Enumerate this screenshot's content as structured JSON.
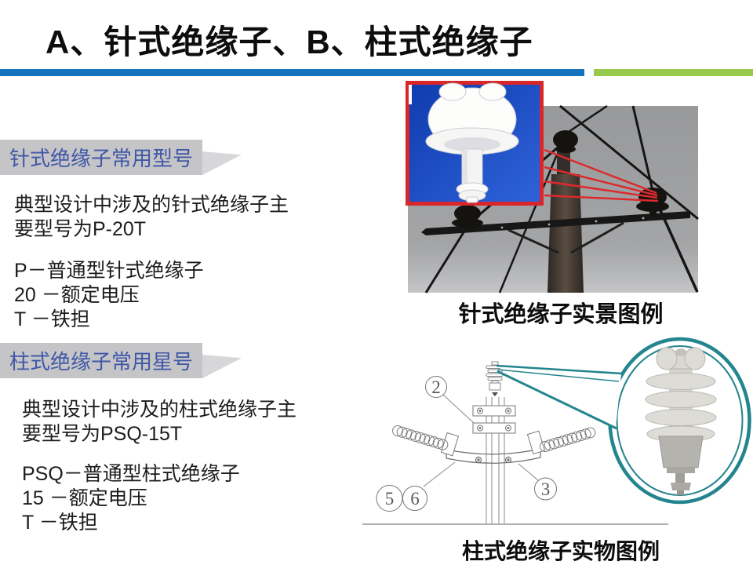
{
  "title": "A、针式绝缘子、B、柱式绝缘子",
  "colors": {
    "title_text": "#0d0d0d",
    "accent_blue_bar": "#1673bd",
    "accent_green_bar": "#97ca4c",
    "banner_bg": "#c5c5c7",
    "banner_text_blue": "#3f57a7",
    "body_text": "#1c1c1c",
    "highlight_red": "#d8262b",
    "inset_background_blue": "#1644bb",
    "teal_ring": "#23858e"
  },
  "sections": [
    {
      "banner": "针式绝缘子常用型号",
      "intro_lines": [
        "典型设计中涉及的针式绝缘子主",
        "要型号为P-20T"
      ],
      "legend_lines": [
        "P－普通型针式绝缘子",
        "20 －额定电压",
        "T －铁担"
      ]
    },
    {
      "banner": "柱式绝缘子常用星号",
      "intro_lines": [
        "典型设计中涉及的柱式绝缘子主",
        "要型号为PSQ-15T"
      ],
      "legend_lines": [
        "PSQ－普通型柱式绝缘子",
        "15 －额定电压",
        "T －铁担"
      ]
    }
  ],
  "figures": {
    "pin_photo": {
      "caption": "针式绝缘子实景图例"
    },
    "post_diagram": {
      "caption": "柱式绝缘子实物图例",
      "callouts": {
        "c2": "2",
        "c5": "5",
        "c6": "6",
        "c3": "3"
      }
    }
  }
}
